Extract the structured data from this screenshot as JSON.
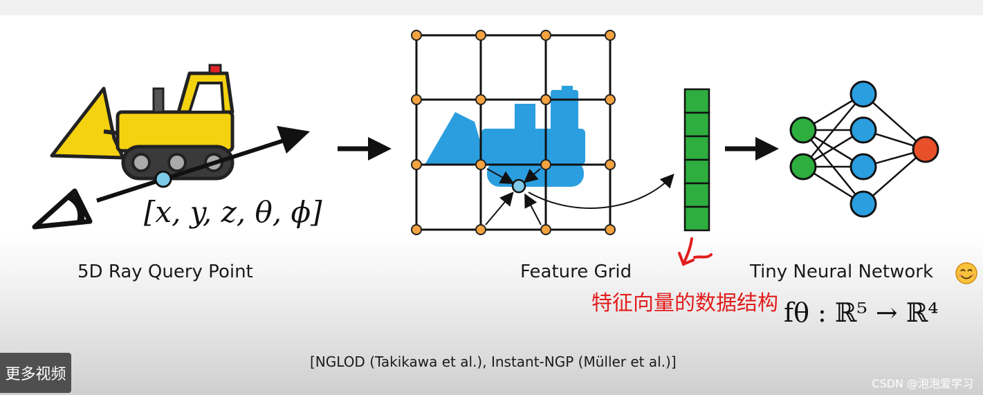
{
  "labels": {
    "ray_query": "5D Ray Query Point",
    "feature_grid": "Feature Grid",
    "tiny_network": "Tiny Neural Network",
    "annotation": "特征向量的数据结构"
  },
  "math": {
    "input_coords": "[x, y, z, θ, ϕ]",
    "formula": "fθ : ℝ⁵ → ℝ⁴"
  },
  "citation": "[NGLOD (Takikawa et al.), Instant-NGP (Müller et al.)]",
  "overlay": {
    "more_videos": "更多视频",
    "watermark": "CSDN @泡泡爱学习"
  },
  "colors": {
    "bulldozer": "#f5d20f",
    "bulldozer_silhouette": "#2b9ee0",
    "grid_vertex": "#f4a340",
    "feature_vector": "#2eae3f",
    "input_node": "#2eae3f",
    "hidden_node": "#2b9ee0",
    "output_node": "#e8502a",
    "annotation": "#e21c1c"
  },
  "icons": [
    "eye-icon",
    "bulldozer-icon",
    "bulldozer-silhouette-icon",
    "smiley-icon"
  ]
}
